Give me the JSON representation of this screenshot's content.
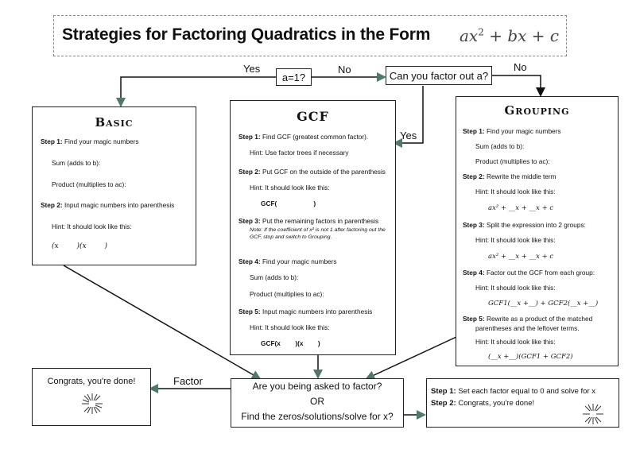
{
  "title": {
    "text": "Strategies for Factoring Quadratics in the Form",
    "expr_a": "ax",
    "expr_sup": "2",
    "expr_rest": " + bx + c"
  },
  "questions": {
    "a_equals_1": "a=1?",
    "factor_out_a": "Can you factor out a?"
  },
  "labels": {
    "yes_left": "Yes",
    "no_middle": "No",
    "no_right": "No",
    "yes_gcf": "Yes",
    "factor": "Factor"
  },
  "basic": {
    "heading": "Basic",
    "step1_label": "Step 1:",
    "step1_text": " Find your magic numbers",
    "sum": "Sum (adds to b):",
    "product": "Product (multiplies to ac):",
    "step2_label": "Step 2:",
    "step2_text": " Input magic numbers into parenthesis",
    "hint": "Hint: It should look like this:",
    "form": "(x        )(x        )"
  },
  "gcf": {
    "heading": "GCF",
    "step1_label": "Step 1:",
    "step1_text": " Find GCF (greatest common factor).",
    "step1_hint": "Hint: Use factor trees if necessary",
    "step2_label": "Step 2:",
    "step2_text": " Put GCF on the outside of the parenthesis",
    "step2_hint": "Hint: It should look like this:",
    "step2_form": "GCF(                    )",
    "step3_label": "Step 3:",
    "step3_text": " Put the remaining factors in parenthesis",
    "step3_note": "Note: If the coefficient of x² is not 1 after factoring out the GCF, stop and switch to Grouping.",
    "step4_label": "Step 4:",
    "step4_text": " Find your magic numbers",
    "sum": "Sum (adds to b):",
    "product": "Product (multiplies to ac):",
    "step5_label": "Step 5:",
    "step5_text": " Input magic numbers into parenthesis",
    "step5_hint": "Hint: It should look like this:",
    "step5_form": "GCF(x        )(x        )"
  },
  "grouping": {
    "heading": "Grouping",
    "step1_label": "Step 1:",
    "step1_text": " Find your magic numbers",
    "sum": "Sum (adds to b):",
    "product": "Product (multiplies to ac):",
    "step2_label": "Step 2:",
    "step2_text": " Rewrite the middle term",
    "step2_hint": "Hint: It should look like this:",
    "step2_form": "ax² + __x + __x + c",
    "step3_label": "Step 3:",
    "step3_text": " Split the expression into 2 groups:",
    "step3_hint": "Hint: It should look like this:",
    "step3_form": "ax² + __x + __x + c",
    "step4_label": "Step 4:",
    "step4_text": " Factor out the GCF from each group:",
    "step4_hint": "Hint: It should look like this:",
    "step4_form": "GCF1(__x +__) + GCF2(__x +__)",
    "step5_label": "Step 5:",
    "step5_text": " Rewrite as a product of the matched",
    "step5_text2": "parentheses and the leftover terms.",
    "step5_hint": "Hint: It should look like this:",
    "step5_form": "(__x +__)(GCF1 + GCF2)"
  },
  "decision": {
    "line1": "Are you being asked to factor?",
    "line2": "OR",
    "line3": "Find the zeros/solutions/solve for x?"
  },
  "done_left": {
    "text": "Congrats, you're done!"
  },
  "done_right": {
    "step1_label": "Step 1:",
    "step1_text": " Set each factor equal to 0 and solve for x",
    "step2_label": "Step 2:",
    "step2_text": " Congrats, you're done!"
  },
  "colors": {
    "arrow_green": "#4f7a6a",
    "line": "#111111"
  }
}
